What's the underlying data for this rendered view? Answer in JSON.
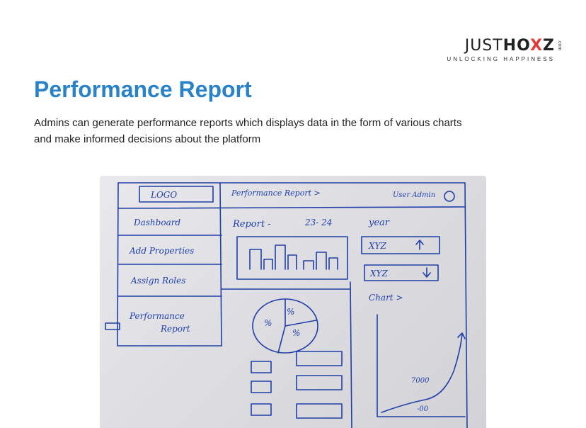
{
  "brand": {
    "name_prefix": "JUST",
    "name_mid": "HO",
    "name_x": "X",
    "name_suffix": "Z",
    "com": ".com",
    "tagline": "UNLOCKING HAPPINESS",
    "accent_color": "#e53935"
  },
  "heading": {
    "title": "Performance Report",
    "color": "#2a82c9"
  },
  "description": "Admins can generate performance reports which displays data in the form of various charts and make informed decisions about the platform",
  "sketch": {
    "logo": "LOGO",
    "header_title": "Performance Report >",
    "user": "User Admin",
    "sidebar": [
      "Dashboard",
      "Add Properties",
      "Assign Roles",
      "Performance",
      "Report"
    ],
    "report_label": "Report -",
    "report_range": "23- 24",
    "report_suffix": "year",
    "kpi_up_label": "XYZ",
    "kpi_up_icon": "arrow-up-icon",
    "kpi_down_label": "XYZ",
    "kpi_down_icon": "arrow-down-icon",
    "chart_link": "Chart >",
    "pie_labels": [
      "%",
      "%",
      "%"
    ],
    "line_value_high": "7000",
    "line_value_low": "-00"
  }
}
